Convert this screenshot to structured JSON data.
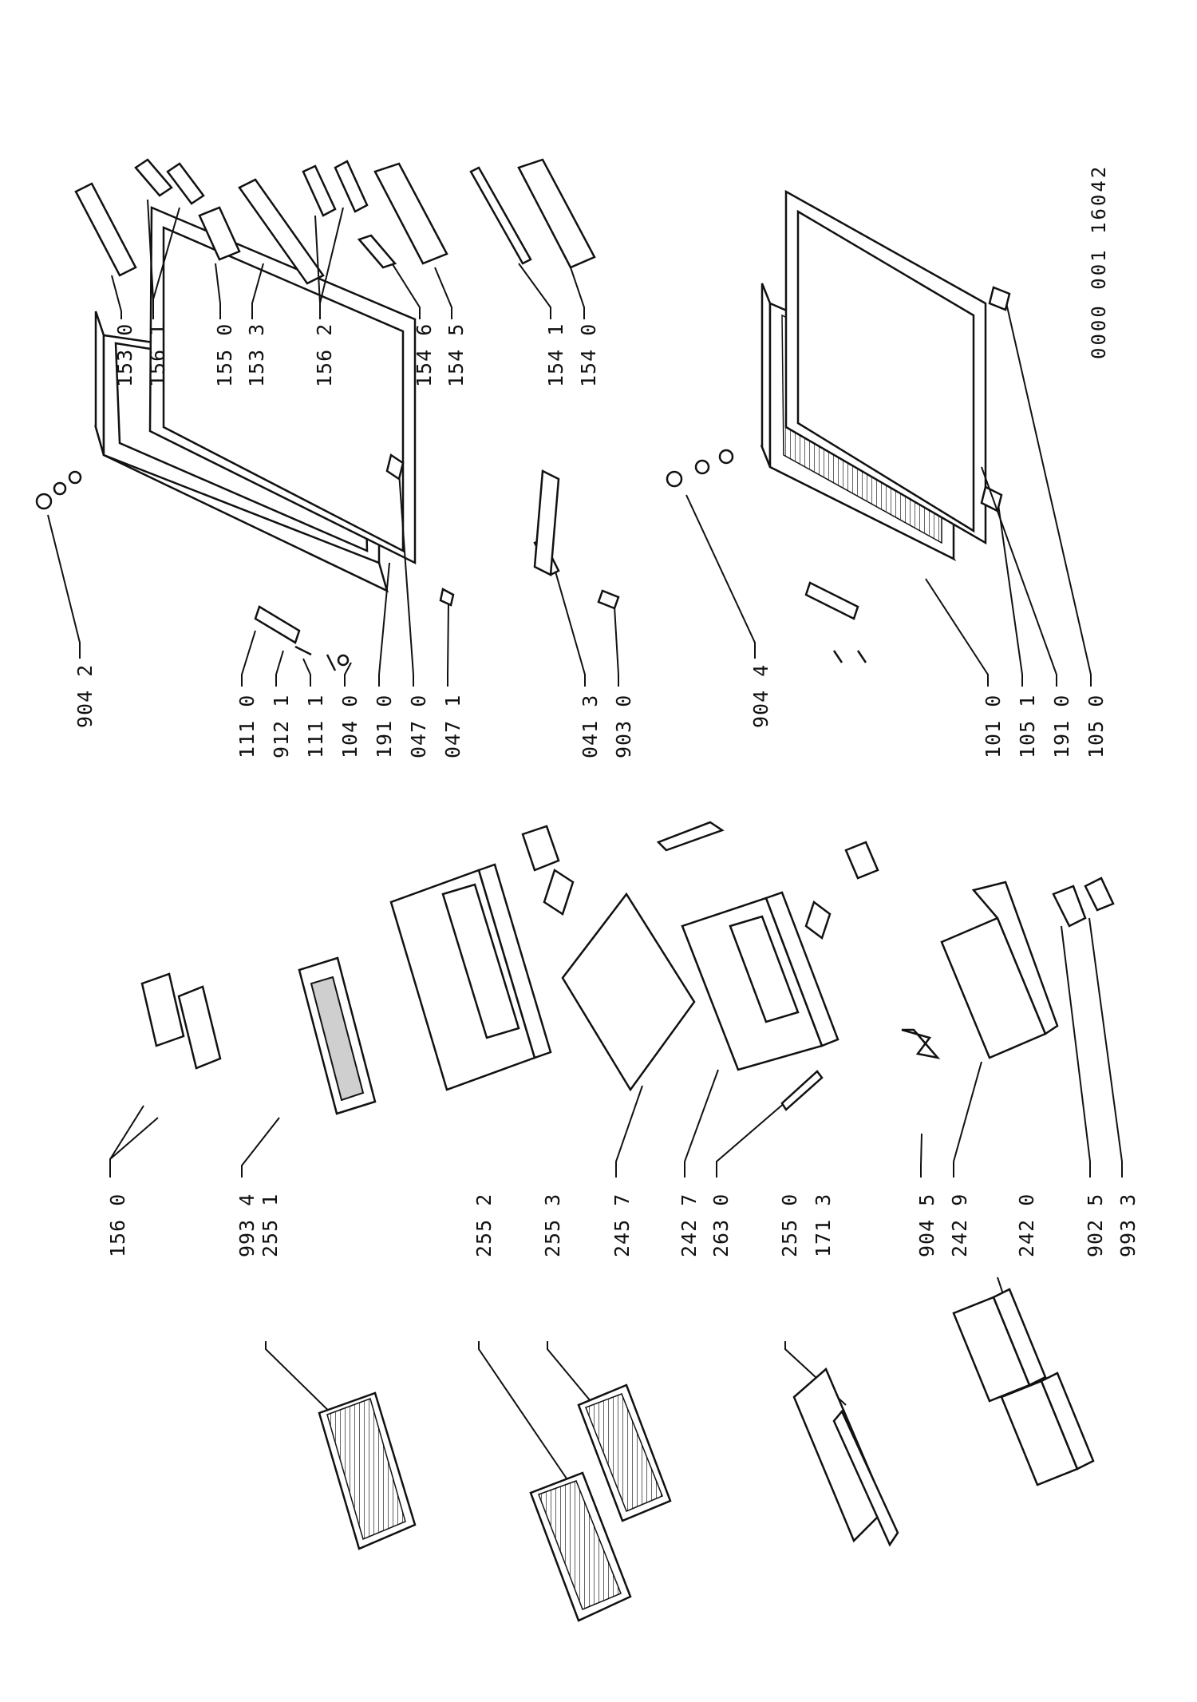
{
  "diagram": {
    "reference_number": "0000 001 16042",
    "labels": {
      "l1560": "156 0",
      "l9934": "993 4",
      "l2551": "255 1",
      "l2552": "255 2",
      "l2553": "255 3",
      "l2457": "245 7",
      "l2427": "242 7",
      "l2630": "263 0",
      "l2550": "255 0",
      "l1713": "171 3",
      "l9045": "904 5",
      "l2429": "242 9",
      "l2420": "242 0",
      "l9025": "902 5",
      "l9933": "993 3",
      "l9042": "904 2",
      "l1110": "111 0",
      "l9121": "912 1",
      "l1111": "111 1",
      "l1040": "104 0",
      "l1910a": "191 0",
      "l0470": "047 0",
      "l0471": "047 1",
      "l0413": "041 3",
      "l9030": "903 0",
      "l9044": "904 4",
      "l1010": "101 0",
      "l1051": "105 1",
      "l1910b": "191 0",
      "l1050": "105 0",
      "l1530": "153 0",
      "l1561": "156 1",
      "l1550": "155 0",
      "l1533": "153 3",
      "l1562": "156 2",
      "l1546": "154 6",
      "l1545": "154 5",
      "l1541": "154 1",
      "l1540": "154 0"
    }
  }
}
